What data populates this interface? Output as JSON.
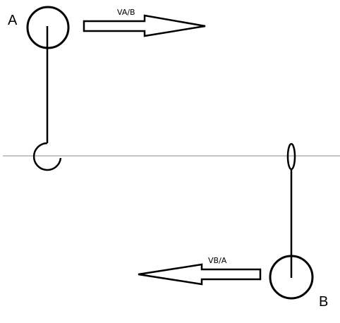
{
  "labels": {
    "point_a": "A",
    "point_b": "B",
    "velocity_a_rel_b": "VA/B",
    "velocity_b_rel_a": "VB/A"
  },
  "colors": {
    "ink": "#000000",
    "axis": "#b0b0b0",
    "background": "#ffffff"
  }
}
